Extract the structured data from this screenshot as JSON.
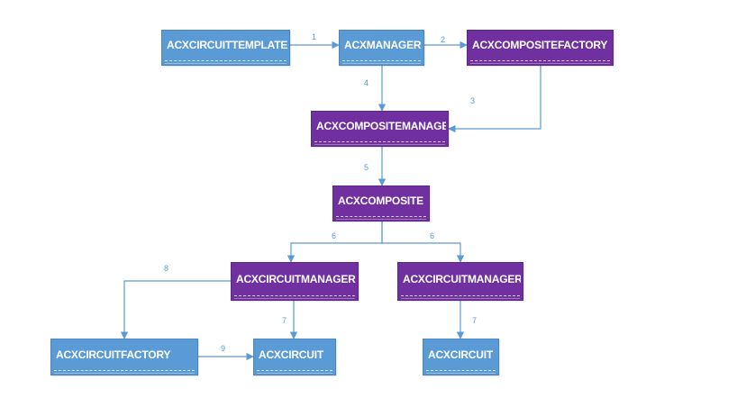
{
  "colors": {
    "blue": "#5b9bd5",
    "purple": "#7030a0",
    "edge": "#5b9bd5"
  },
  "nodes": {
    "acxcircuittemplate": {
      "label": "ACXCIRCUITTEMPLATE",
      "color": "blue"
    },
    "acxmanager": {
      "label": "ACXMANAGER",
      "color": "blue"
    },
    "acxcompositefactory": {
      "label": "ACXCOMPOSITEFACTORY",
      "color": "purple"
    },
    "acxcompositemanager": {
      "label": "ACXCOMPOSITEMANAGER",
      "color": "purple"
    },
    "acxcomposite": {
      "label": "ACXCOMPOSITE",
      "color": "purple"
    },
    "acxcircuitmanager_left": {
      "label": "ACXCIRCUITMANAGER",
      "color": "purple"
    },
    "acxcircuitmanager_right": {
      "label": "ACXCIRCUITMANAGER",
      "color": "purple"
    },
    "acxcircuitfactory": {
      "label": "ACXCIRCUITFACTORY",
      "color": "blue"
    },
    "acxcircuit_left": {
      "label": "ACXCIRCUIT",
      "color": "blue"
    },
    "acxcircuit_right": {
      "label": "ACXCIRCUIT",
      "color": "blue"
    }
  },
  "edges": [
    {
      "from": "acxcircuittemplate",
      "to": "acxmanager",
      "label": "1"
    },
    {
      "from": "acxmanager",
      "to": "acxcompositefactory",
      "label": "2"
    },
    {
      "from": "acxcompositefactory",
      "to": "acxcompositemanager",
      "label": "3"
    },
    {
      "from": "acxmanager",
      "to": "acxcompositemanager",
      "label": "4"
    },
    {
      "from": "acxcompositemanager",
      "to": "acxcomposite",
      "label": "5"
    },
    {
      "from": "acxcomposite",
      "to": "acxcircuitmanager_left",
      "label": "6"
    },
    {
      "from": "acxcomposite",
      "to": "acxcircuitmanager_right",
      "label": "6"
    },
    {
      "from": "acxcircuitmanager_left",
      "to": "acxcircuit_left",
      "label": "7"
    },
    {
      "from": "acxcircuitmanager_right",
      "to": "acxcircuit_right",
      "label": "7"
    },
    {
      "from": "acxcircuitmanager_left",
      "to": "acxcircuitfactory",
      "label": "8"
    },
    {
      "from": "acxcircuitfactory",
      "to": "acxcircuit_left",
      "label": "9"
    }
  ]
}
